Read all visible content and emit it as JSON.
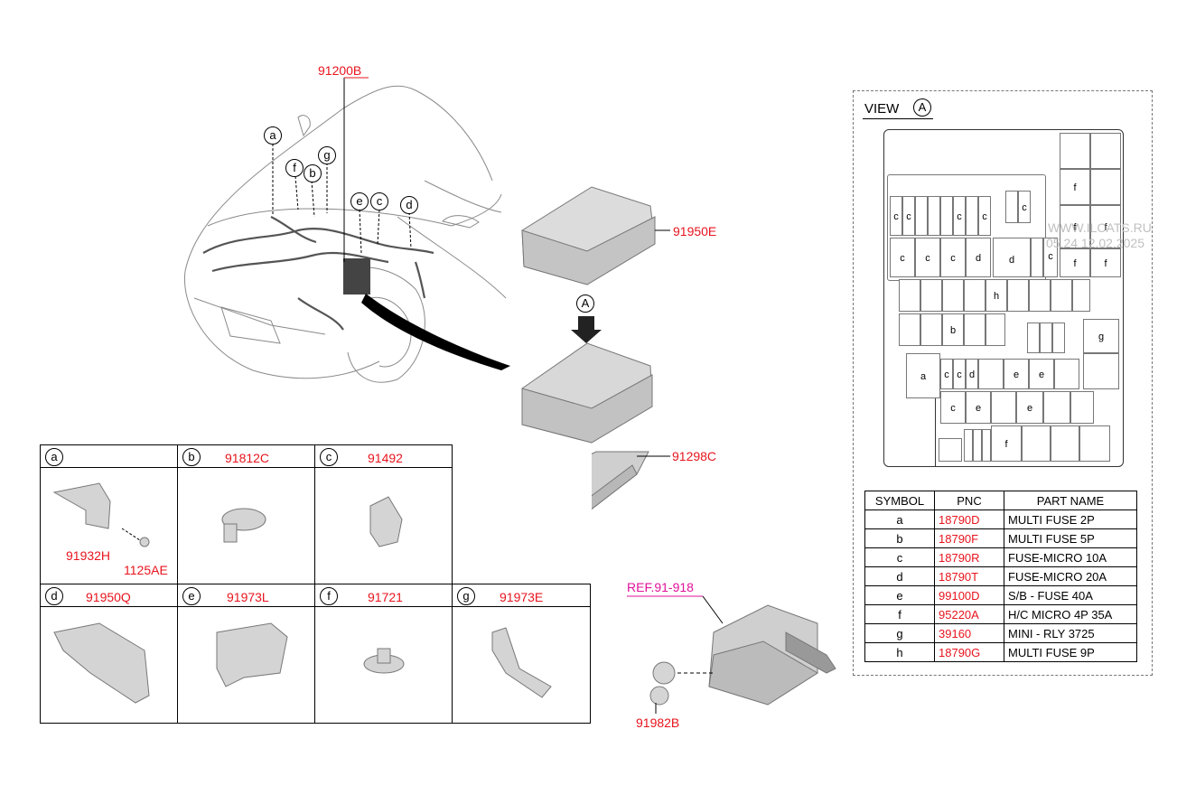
{
  "main_callouts": {
    "harness": "91200B",
    "cover": "91950E",
    "bracket": "91298C",
    "relay_box_view": "A",
    "ref": "REF.91-918",
    "connector": "91982B"
  },
  "car_symbols": [
    "a",
    "f",
    "b",
    "g",
    "e",
    "c",
    "d"
  ],
  "symbol_grid": [
    {
      "symbol": "a",
      "pnc": "",
      "sub_labels": [
        "91932H",
        "1125AE"
      ]
    },
    {
      "symbol": "b",
      "pnc": "91812C"
    },
    {
      "symbol": "c",
      "pnc": "91492"
    },
    {
      "symbol": "d",
      "pnc": "91950Q"
    },
    {
      "symbol": "e",
      "pnc": "91973L"
    },
    {
      "symbol": "f",
      "pnc": "91721"
    },
    {
      "symbol": "g",
      "pnc": "91973E"
    }
  ],
  "view": {
    "title": "VIEW",
    "mark": "A",
    "fuse_labels": {
      "c": "c",
      "d": "d",
      "e": "e",
      "f": "f",
      "g": "g",
      "h": "h",
      "a": "a",
      "b": "b"
    }
  },
  "parts_table": {
    "headers": [
      "SYMBOL",
      "PNC",
      "PART NAME"
    ],
    "rows": [
      {
        "symbol": "a",
        "pnc": "18790D",
        "name": "MULTI FUSE 2P"
      },
      {
        "symbol": "b",
        "pnc": "18790F",
        "name": "MULTI FUSE 5P"
      },
      {
        "symbol": "c",
        "pnc": "18790R",
        "name": "FUSE-MICRO 10A"
      },
      {
        "symbol": "d",
        "pnc": "18790T",
        "name": "FUSE-MICRO 20A"
      },
      {
        "symbol": "e",
        "pnc": "99100D",
        "name": "S/B - FUSE 40A"
      },
      {
        "symbol": "f",
        "pnc": "95220A",
        "name": "H/C MICRO 4P 35A"
      },
      {
        "symbol": "g",
        "pnc": "39160",
        "name": "MINI - RLY 3725"
      },
      {
        "symbol": "h",
        "pnc": "18790G",
        "name": "MULTI FUSE 9P"
      }
    ]
  },
  "watermark": {
    "line1": "WWW.ILCATS.RU",
    "line2": "05.24 12.02.2025"
  },
  "colors": {
    "callout": "#e8141e",
    "ref": "#e0129a"
  }
}
